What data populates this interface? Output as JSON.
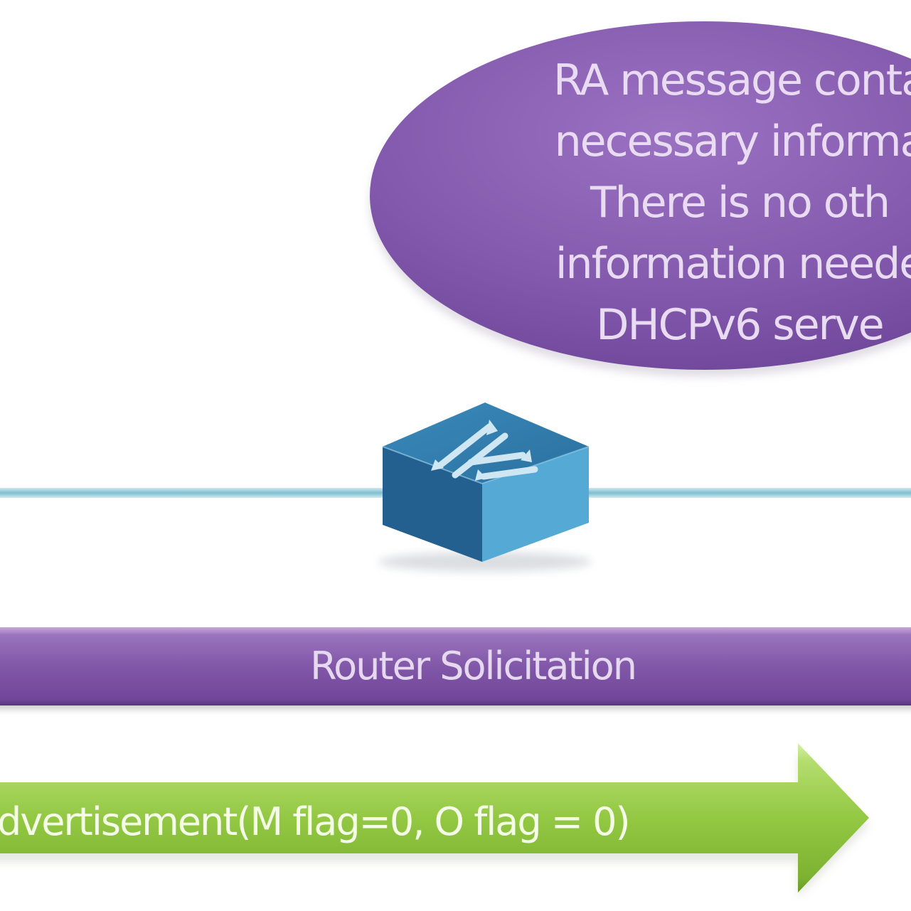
{
  "callout": {
    "lines": [
      "RA message conta",
      "necessary informa",
      "There is no oth",
      "information neede",
      "DHCPv6 serve"
    ]
  },
  "router_solicitation": {
    "label": "Router Solicitation"
  },
  "router_advertisement": {
    "label": "dvertisement(M flag=0, O flag = 0)"
  },
  "colors": {
    "callout_fill": "#8a5fb3",
    "network_line": "#8cc7d6",
    "switch_top": "#3f93c2",
    "switch_front": "#245f8e",
    "switch_side": "#55abd6",
    "rs_bar": "#7f55a7",
    "ra_arrow": "#8cc43a"
  },
  "icons": {
    "device": "network-switch-icon",
    "callout": "ellipse-callout"
  }
}
